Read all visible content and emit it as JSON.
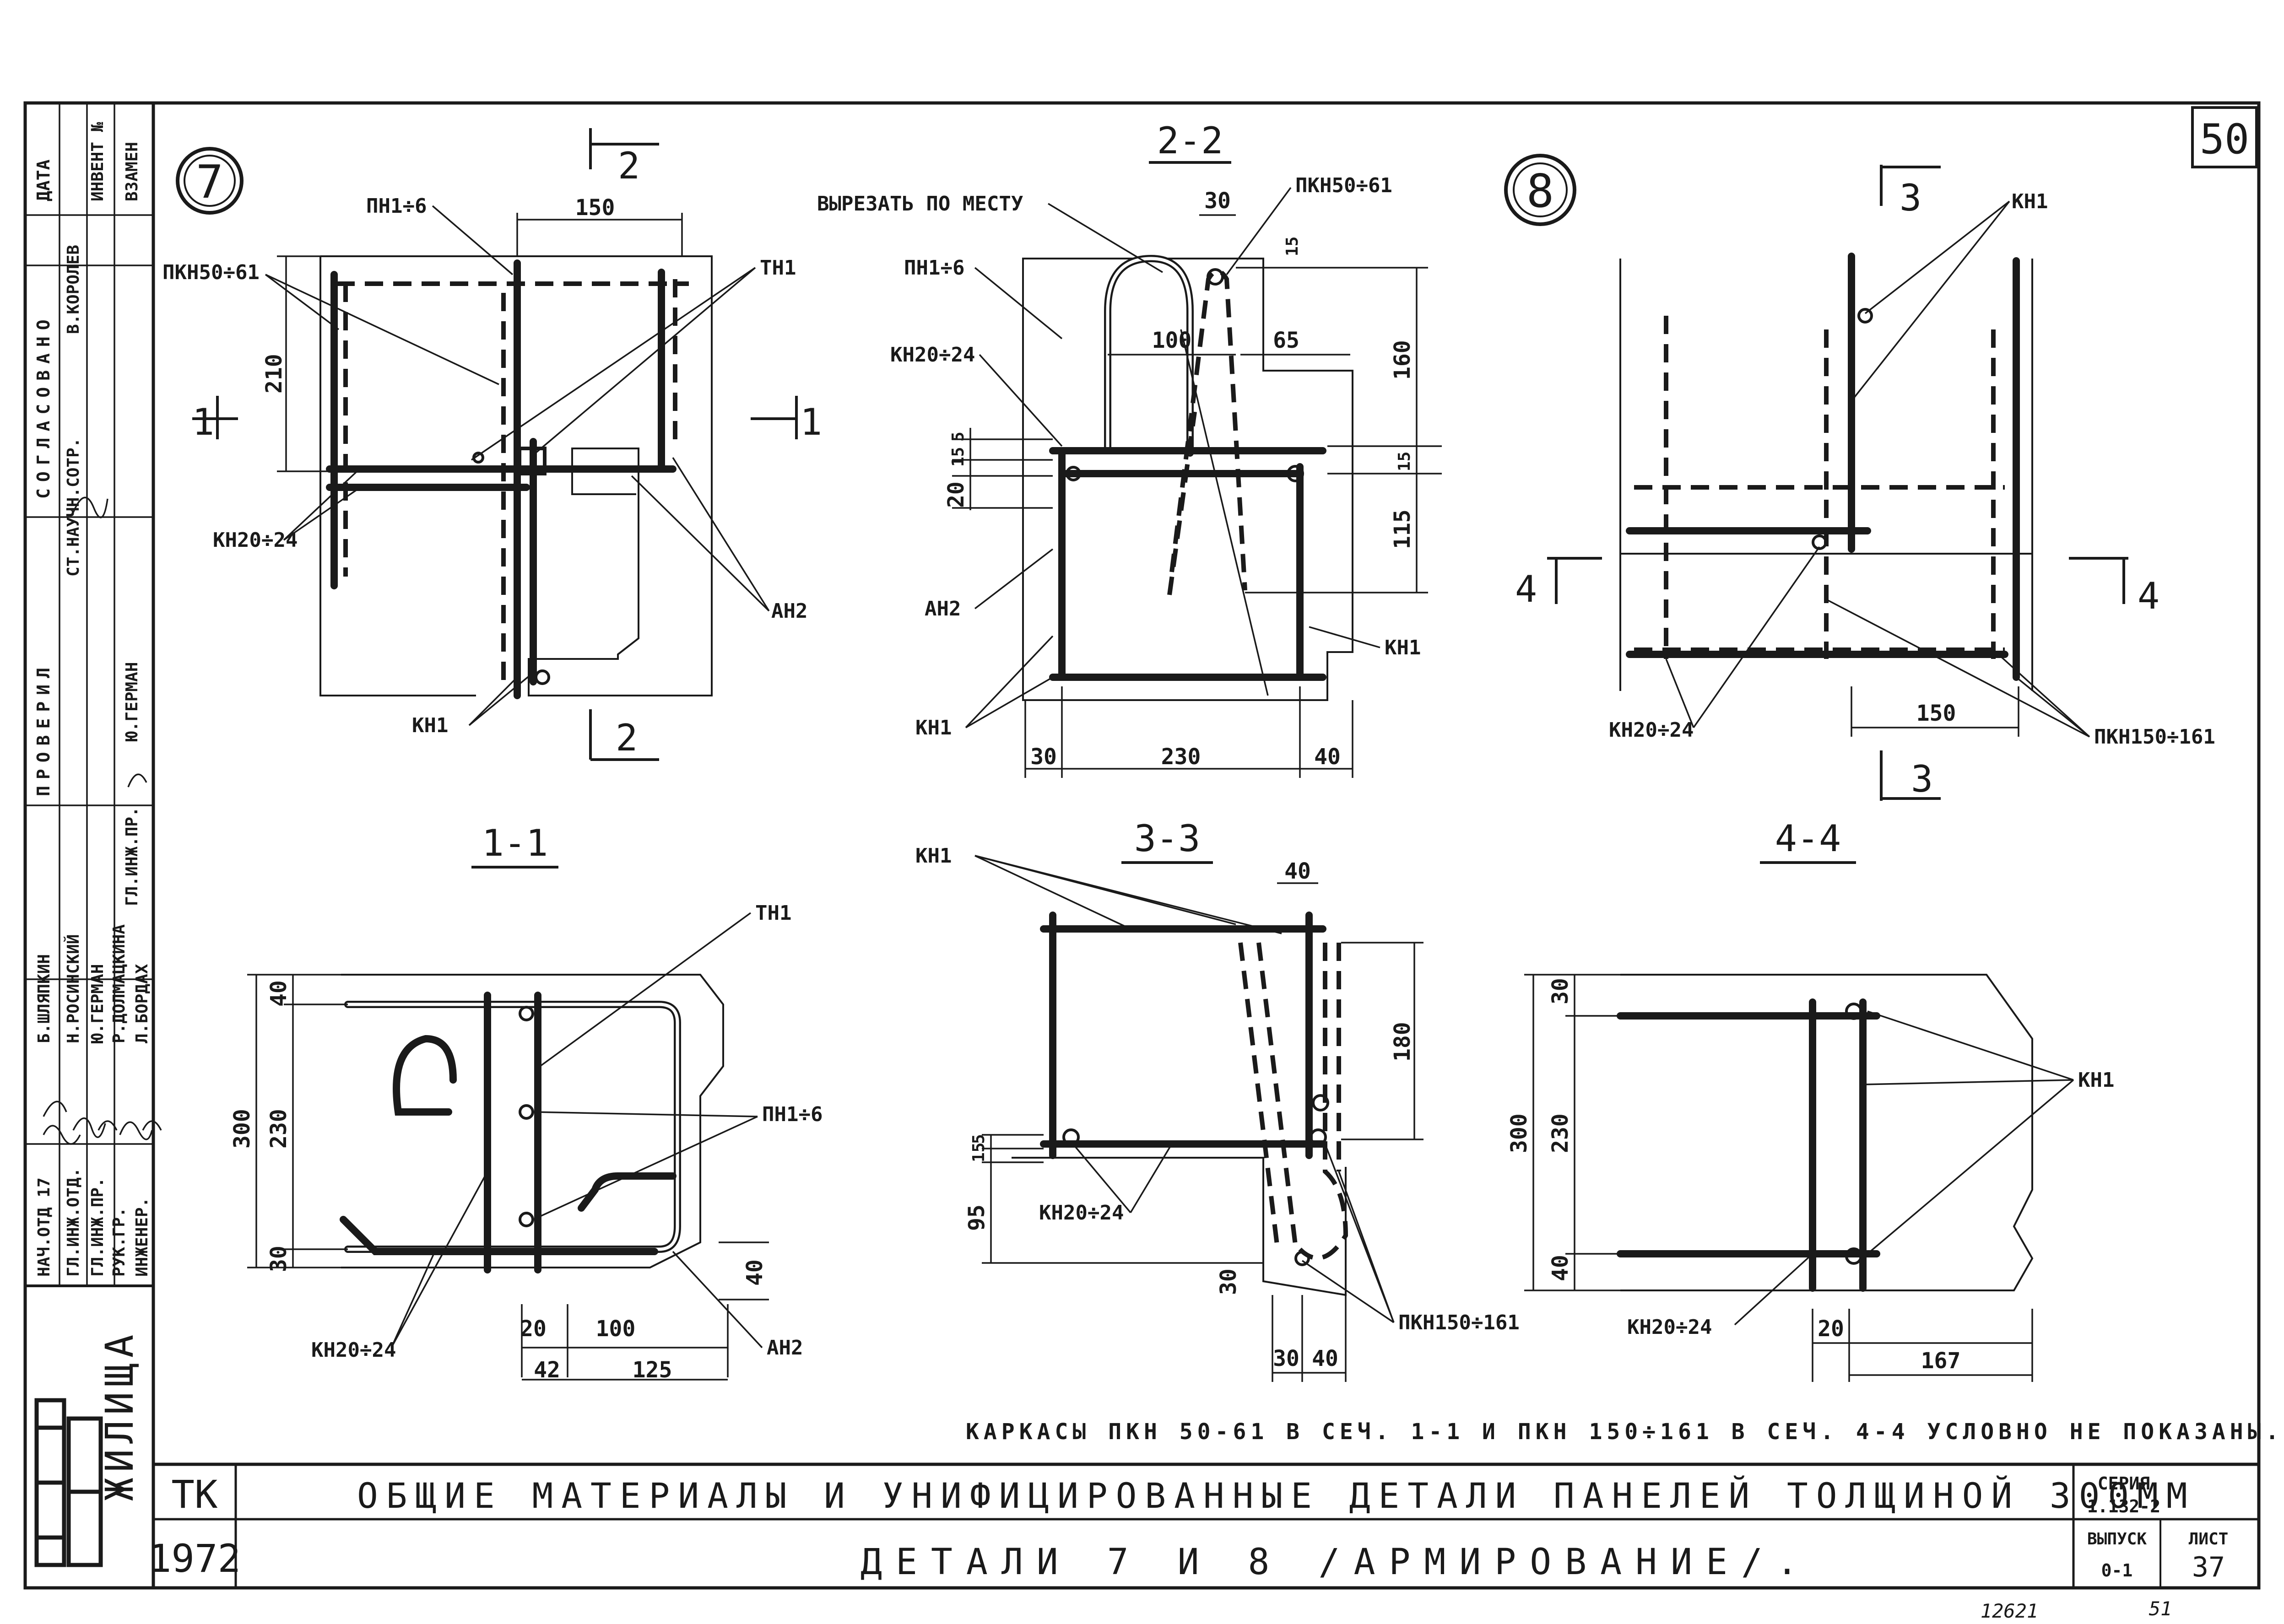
{
  "sheet": {
    "sheet_corner_number": "50",
    "bottom_numbers": [
      "12621",
      "51"
    ]
  },
  "title_block": {
    "code_tk": "ТК",
    "year": "1972",
    "title_line1": "ОБЩИЕ МАТЕРИАЛЫ И УНИФИЦИРОВАННЫЕ ДЕТАЛИ ПАНЕЛЕЙ ТОЛЩИНОЙ 300ММ",
    "title_line2": "ДЕТАЛИ 7 И 8 /АРМИРОВАНИЕ/.",
    "series_label": "СЕРИЯ",
    "series_value": "1.132-2",
    "issue_label": "ВЫПУСК",
    "issue_value": "0-1",
    "sheet_label": "ЛИСТ",
    "sheet_value": "37"
  },
  "side_stamp": {
    "org": "ЖИЛИЩА",
    "agreed": "СОГЛАСОВАНО",
    "checked": "ПРОВЕРИЛ",
    "date": "ДАТА",
    "inventory": "ИНВЕНТ №",
    "replace": "ВЗАМЕН",
    "roles": [
      "НАЧ.ОТД 17",
      "ГЛ.ИНЖ.ОТД.",
      "ГЛ.ИНЖ.ПР.",
      "РУК.ГР.",
      "ИНЖЕНЕР."
    ],
    "names": [
      "Б.ШЛЯПКИН",
      "Н.РОСИНСКИЙ",
      "Ю.ГЕРМАН",
      "Р.ДОЛМАЦКИНА",
      "Л.БОРДАХ"
    ],
    "agreed_role": "СТ.НАУЧН.СОТР.",
    "agreed_name": "В.КОРОЛЕВ",
    "check_role": "ГЛ.ИНЖ.ПР.",
    "check_name": "Ю.ГЕРМАН"
  },
  "detail7": {
    "number": "7",
    "labels": {
      "pn": "ПН1÷6",
      "pkn": "ПКН50÷61",
      "tn": "ТН1",
      "kn20": "КН20÷24",
      "an": "АН2",
      "kn1": "КН1"
    },
    "dims": {
      "d150": "150",
      "d210": "210"
    },
    "cuts": {
      "c1": "1",
      "c2": "2"
    }
  },
  "section22": {
    "title": "2-2",
    "labels": {
      "cut": "ВЫРЕЗАТЬ ПО МЕСТУ",
      "pkn": "ПКН50÷61",
      "pn": "ПН1÷6",
      "kn20": "КН20÷24",
      "an": "АН2",
      "kn1a": "КН1",
      "kn1b": "КН1"
    },
    "dims": {
      "d30": "30",
      "d100": "100",
      "d65": "65",
      "d15a": "15",
      "d160": "160",
      "d15b": "15",
      "d15c": "15",
      "d5": "5",
      "d20": "20",
      "d115": "115",
      "d30b": "30",
      "d230": "230",
      "d40": "40"
    }
  },
  "detail8": {
    "number": "8",
    "labels": {
      "kn1": "КН1",
      "kn20": "КН20÷24",
      "pkn150": "ПКН150÷161"
    },
    "dims": {
      "d150": "150"
    },
    "cuts": {
      "c3": "3",
      "c4": "4"
    }
  },
  "section11": {
    "title": "1-1",
    "labels": {
      "tn": "ТН1",
      "pn": "ПН1÷6",
      "kn20": "КН20÷24",
      "an": "АН2"
    },
    "dims": {
      "d40": "40",
      "d300": "300",
      "d230": "230",
      "d30": "30",
      "d20": "20",
      "d100": "100",
      "d42": "42",
      "d125": "125",
      "d40b": "40"
    }
  },
  "section33": {
    "title": "3-3",
    "labels": {
      "kn1": "КН1",
      "kn20": "КН20÷24",
      "pkn150": "ПКН150÷161"
    },
    "dims": {
      "d40": "40",
      "d180": "180",
      "d5": "5",
      "d15": "15",
      "d95": "95",
      "d30": "30",
      "d30b": "30",
      "d40b": "40"
    }
  },
  "section44": {
    "title": "4-4",
    "labels": {
      "kn1": "КН1",
      "kn20": "КН20÷24"
    },
    "dims": {
      "d30": "30",
      "d300": "300",
      "d230": "230",
      "d40": "40",
      "d20": "20",
      "d167": "167"
    }
  },
  "note": "КАРКАСЫ ПКН 50-61 В СЕЧ. 1-1 И ПКН 150÷161 В СЕЧ. 4-4 УСЛОВНО НЕ ПОКАЗАНЫ."
}
